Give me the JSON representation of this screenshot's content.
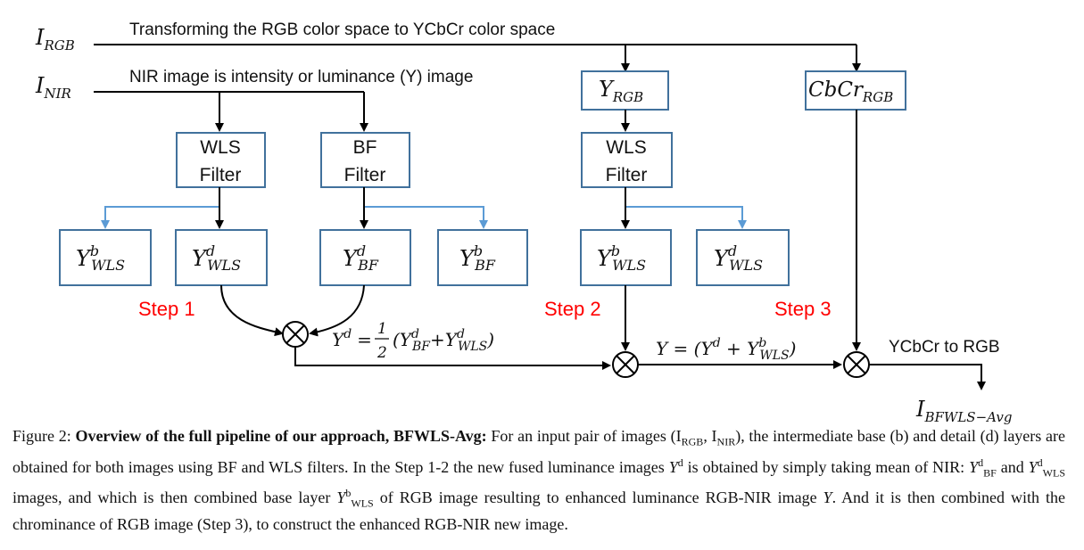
{
  "inputs": {
    "rgb": {
      "main": "I",
      "sub": "RGB"
    },
    "nir": {
      "main": "I",
      "sub": "NIR"
    }
  },
  "labels": {
    "rgb_line": "Transforming the RGB color space to YCbCr  color space",
    "nir_line": "NIR image is intensity or  luminance (Y) image",
    "ycbcr_to_rgb": "YCbCr to RGB"
  },
  "boxes": {
    "wls_filter_1": {
      "line1": "WLS",
      "line2": "Filter"
    },
    "bf_filter": {
      "line1": "BF",
      "line2": "Filter"
    },
    "wls_filter_2": {
      "line1": "WLS",
      "line2": "Filter"
    },
    "y_rgb": {
      "main": "Y",
      "sub": "RGB"
    },
    "cbcr_rgb": {
      "main": "CbCr",
      "sub": "RGB"
    },
    "y_wls_b_1": {
      "main": "Y",
      "sup": "b",
      "sub": "WLS"
    },
    "y_wls_d_1": {
      "main": "Y",
      "sup": "d",
      "sub": "WLS"
    },
    "y_bf_d": {
      "main": "Y",
      "sup": "d",
      "sub": "BF"
    },
    "y_bf_b": {
      "main": "Y",
      "sup": "b",
      "sub": "BF"
    },
    "y_wls_b_2": {
      "main": "Y",
      "sup": "b",
      "sub": "WLS"
    },
    "y_wls_d_2": {
      "main": "Y",
      "sup": "d",
      "sub": "WLS"
    }
  },
  "steps": {
    "step1": "Step 1",
    "step2": "Step 2",
    "step3": "Step 3"
  },
  "equations": {
    "eq1": {
      "lhs": "Y",
      "lhs_sup": "d",
      "eq": "=",
      "frac_num": "1",
      "frac_den": "2",
      "body": "(Y",
      "t1_sup": "d",
      "t1_sub": "BF",
      "plus": "+Y",
      "t2_sup": "d",
      "t2_sub": "WLS",
      "close": ")"
    },
    "eq2": {
      "lhs": "Y = (Y",
      "lhs_sup": "d",
      "plus": " + Y",
      "t_sup": "b",
      "t_sub": "WLS",
      "close": ")"
    }
  },
  "output": {
    "main": "I",
    "sub": "BFWLS−Avg"
  },
  "caption": {
    "figure_label": "Figure 2:",
    "bold_title": "Overview of the full pipeline of our approach, BFWLS-Avg:",
    "p1": " For an input pair of images (I",
    "p1_sub1": "RGB",
    "p1_mid": ", I",
    "p1_sub2": "NIR",
    "p1_end": "), the intermediate base (b) and detail (d) layers are obtained for both images using BF and WLS filters. In the Step 1-2 the new fused luminance images ",
    "yd_main": "Y",
    "yd_sup": "d",
    "p2": " is obtained by simply taking mean of NIR: ",
    "t1_main": "Y",
    "t1_sup": "d",
    "t1_sub": "BF",
    "p3": " and ",
    "t2_main": "Y",
    "t2_sup": "d",
    "t2_sub": "WLS",
    "p4": " images, and which is then combined base layer ",
    "t3_main": "Y",
    "t3_sup": "b",
    "t3_sub": "WLS",
    "p5": " of RGB image resulting to enhanced luminance RGB-NIR image ",
    "y_main": "Y",
    "p6": ".  And it is then combined with the chrominance of RGB image (Step 3), to construct the enhanced RGB-NIR new image."
  },
  "colors": {
    "box_border": "#41719c",
    "blue_arrow": "#5b9bd5",
    "step_red": "#ff0000",
    "line": "#000000"
  }
}
